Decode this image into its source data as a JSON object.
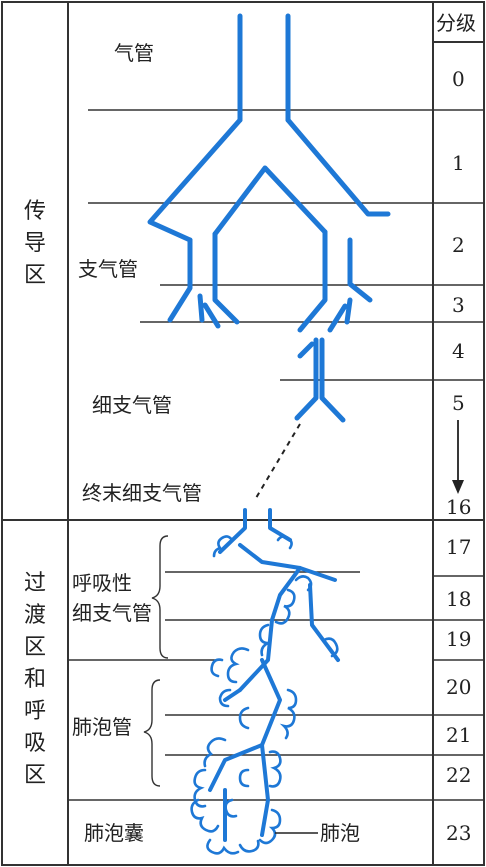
{
  "header": {
    "grade_label": "分级"
  },
  "zones": {
    "conduct": [
      "传",
      "导",
      "区"
    ],
    "resp": [
      "过",
      "渡",
      "区",
      "和",
      "呼",
      "吸",
      "区"
    ]
  },
  "labels": {
    "trachea": "气管",
    "bronchus": "支气管",
    "bronchiole": "细支气管",
    "terminal": "终末细支气管",
    "resp_bronchiole_1": "呼吸性",
    "resp_bronchiole_2": "细支气管",
    "alveolar_duct": "肺泡管",
    "alveolar_sac": "肺泡囊",
    "alveolus": "肺泡"
  },
  "grades": [
    "0",
    "1",
    "2",
    "3",
    "4",
    "5",
    "16",
    "17",
    "18",
    "19",
    "20",
    "21",
    "22",
    "23"
  ],
  "colors": {
    "airway": "#1e78d6",
    "line": "#333333"
  }
}
